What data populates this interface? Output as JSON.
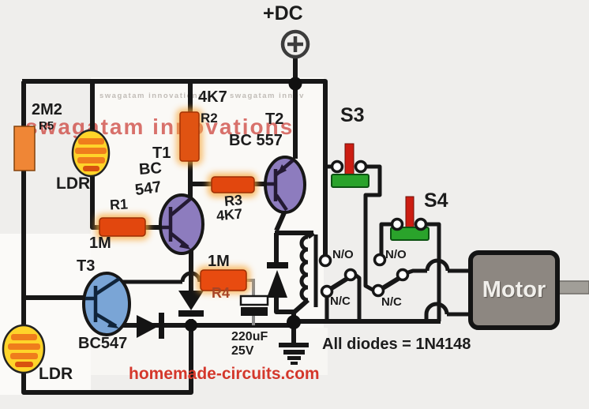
{
  "diagram": {
    "type": "circuit-schematic",
    "supply_label": "+DC",
    "note_diodes": "All diodes = 1N4148",
    "site_credit": "homemade-circuits.com",
    "watermark_red": "swagatam innovations",
    "watermark_faint": "swagatam innovations        swagatam innov"
  },
  "components": {
    "r5": {
      "ref": "R5",
      "value": "2M2"
    },
    "ldr1": {
      "label": "LDR"
    },
    "ldr2": {
      "label": "LDR"
    },
    "r1": {
      "ref": "R1",
      "value": "1M"
    },
    "r2": {
      "ref": "R2",
      "value": "4K7"
    },
    "r3": {
      "ref": "R3",
      "value": "4K7"
    },
    "r4": {
      "ref": "R4",
      "value": "1M"
    },
    "t1": {
      "ref": "T1",
      "part_line1": "BC",
      "part_line2": "547"
    },
    "t2": {
      "ref": "T2",
      "part": "BC 557"
    },
    "t3": {
      "ref": "T3",
      "part": "BC547"
    },
    "capacitor": {
      "value": "220uF",
      "voltage": "25V"
    },
    "s3": {
      "ref": "S3"
    },
    "s4": {
      "ref": "S4"
    },
    "contact1": {
      "no": "N/O",
      "nc": "N/C"
    },
    "contact2": {
      "no": "N/O",
      "nc": "N/C"
    },
    "motor": {
      "label": "Motor"
    }
  },
  "colors": {
    "background": "#efeeec",
    "wire": "#171717",
    "resistor_body": "#e2500f",
    "resistor_body_light": "#ef8636",
    "resistor_glow": "#f8a93e",
    "ldr_body": "#ffd42a",
    "ldr_stripe": "#ef7d1c",
    "transistor_purple": "#8d7cbe",
    "transistor_blue": "#7aa5d6",
    "switch_stem_red": "#cc1d12",
    "switch_base_green": "#2aa32b",
    "motor_body": "#8d8781",
    "credit_red": "#d4372b",
    "watermark_red": "#ca3c34"
  }
}
